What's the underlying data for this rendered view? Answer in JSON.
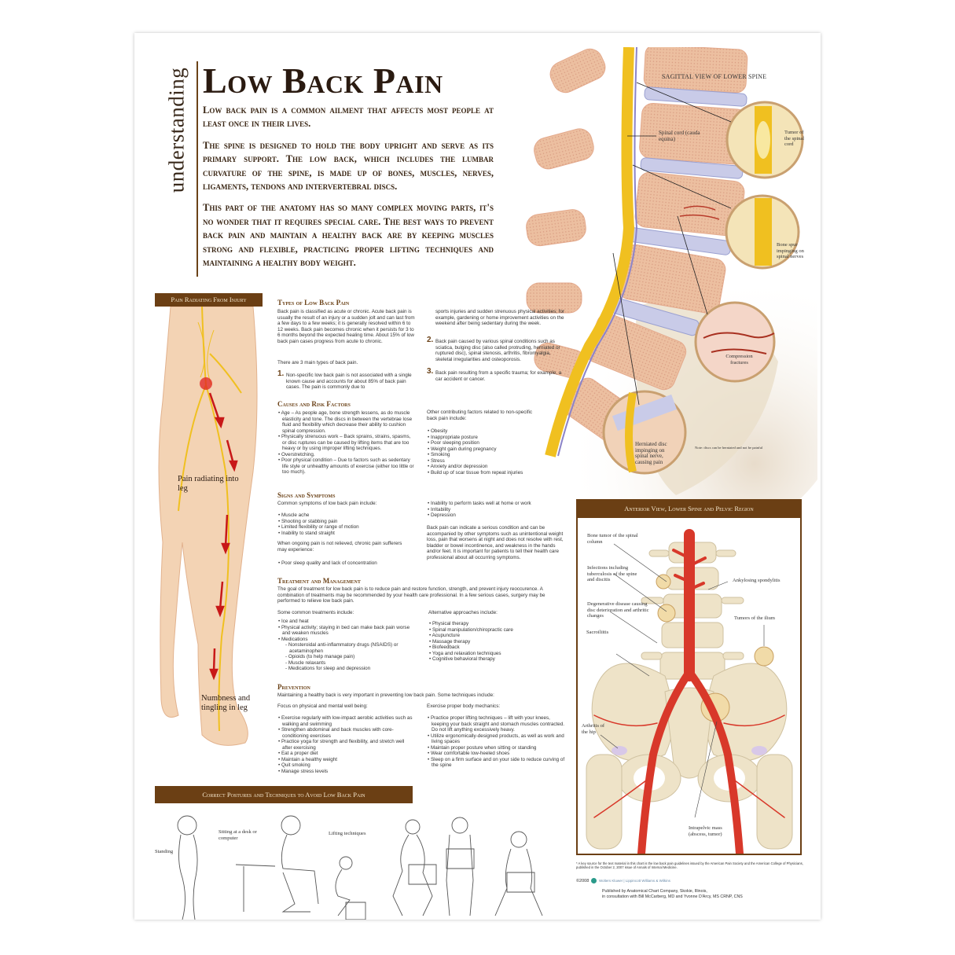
{
  "header": {
    "kicker": "understanding",
    "title": "Low Back Pain",
    "intro": [
      "Low back pain is a common ailment that affects most people at least once in their lives.",
      "The spine is designed to hold the body upright and serve as its primary support. The low back, which includes the lumbar curvature of the spine, is made up of bones, muscles, nerves, ligaments, tendons and intervertebral discs.",
      "This part of the anatomy has so many complex moving parts, it's no wonder that it requires special care. The best ways to prevent back pain and maintain a healthy back are by keeping muscles strong and flexible, practicing proper lifting techniques and maintaining a healthy body weight."
    ]
  },
  "sagittal": {
    "title": "Sagittal View of Lower Spine",
    "labels": {
      "spinal_cord": "Spinal cord (cauda equina)",
      "tumor": "Tumor of the spinal cord",
      "bone_spur": "Bone spur impinging on spinal nerves",
      "compression": "Compression fractures",
      "herniated": "Herniated disc impinging on spinal nerve, causing pain",
      "note": "Note: discs can be herniated and not be painful"
    }
  },
  "pain_panel": {
    "title": "Pain Radiating From Injury",
    "label_radiating": "Pain radiating into leg",
    "label_numbness": "Numbness and tingling in leg"
  },
  "types": {
    "heading": "Types of Low Back Pain",
    "intro": "Back pain is classified as acute or chronic. Acute back pain is usually the result of an injury or a sudden jolt and can last from a few days to a few weeks; it is generally resolved within 6 to 12 weeks. Back pain becomes chronic when it persists for 3 to 6 months beyond the expected healing time. About 15% of low back pain cases progress from acute to chronic.",
    "lead": "There are 3 main types of back pain.",
    "items": [
      {
        "n": "1.",
        "text": "Non-specific low back pain is not associated with a single known cause and accounts for about 85% of back pain cases. The pain is commonly due to"
      },
      {
        "n": "",
        "text": "sports injuries and sudden strenuous physical activities; for example, gardening or home improvement activities on the weekend after being sedentary during the week."
      },
      {
        "n": "2.",
        "text": "Back pain caused by various spinal conditions such as sciatica, bulging disc (also called protruding, herniated or ruptured disc), spinal stenosis, arthritis, fibromyalgia, skeletal irregularities and osteoporosis."
      },
      {
        "n": "3.",
        "text": "Back pain resulting from a specific trauma; for example, a car accident or cancer."
      }
    ]
  },
  "causes": {
    "heading": "Causes and Risk Factors",
    "bullets": [
      "Age – As people age, bone strength lessens, as do muscle elasticity and tone. The discs in between the vertebrae lose fluid and flexibility which decrease their ability to cushion spinal compression.",
      "Physically strenuous work – Back sprains, strains, spasms, or disc ruptures can be caused by lifting items that are too heavy or by using improper lifting techniques.",
      "Overstretching.",
      "Poor physical condition – Due to factors such as sedentary life style or unhealthy amounts of exercise (either too little or too much)."
    ],
    "other_lead": "Other contributing factors related to non-specific back pain include:",
    "other": [
      "Obesity",
      "Inappropriate posture",
      "Poor sleeping position",
      "Weight gain during pregnancy",
      "Smoking",
      "Stress",
      "Anxiety and/or depression",
      "Build up of scar tissue from repeat injuries"
    ]
  },
  "signs": {
    "heading": "Signs and Symptoms",
    "lead": "Common symptoms of low back pain include:",
    "bullets": [
      "Muscle ache",
      "Shooting or stabbing pain",
      "Limited flexibility or range of motion",
      "Inability to stand straight"
    ],
    "chronic_lead": "When ongoing pain is not relieved, chronic pain sufferers may experience:",
    "chronic": [
      "Poor sleep quality and lack of concentration"
    ],
    "chronic2": [
      "Inability to perform tasks well at home or work",
      "Irritability",
      "Depression"
    ],
    "warning": "Back pain can indicate a serious condition and can be accompanied by other symptoms such as unintentional weight loss, pain that worsens at night and does not resolve with rest, bladder or bowel incontinence, and weakness in the hands and/or feet. It is important for patients to tell their health care professional about all occurring symptoms."
  },
  "treatment": {
    "heading": "Treatment and Management",
    "intro": "The goal of treatment for low back pain is to reduce pain and restore function, strength, and prevent injury reoccurence. A combination of treatments may be recommended by your health care professional. In a few serious cases, surgery may be performed to relieve low back pain.",
    "common_lead": "Some common treatments include:",
    "common": [
      "Ice and heat",
      "Physical activity; staying in bed can make back pain worse and weaken muscles",
      "Medications"
    ],
    "medications": [
      "Nonsteroidal anti-inflammatory drugs (NSAIDS) or acetaminophen",
      "Opioids (to help manage pain)",
      "Muscle relaxants",
      "Medications for sleep and depression"
    ],
    "alt_lead": "Alternative approaches include:",
    "alt": [
      "Physical therapy",
      "Spinal manipulation/chiropractic care",
      "Acupuncture",
      "Massage therapy",
      "Biofeedback",
      "Yoga and relaxation techniques",
      "Cognitive behavioral therapy"
    ]
  },
  "prevention": {
    "heading": "Prevention",
    "intro": "Maintaining a healthy back is very important in preventing low back pain. Some techniques include:",
    "focus_lead": "Focus on physical and mental well being:",
    "focus": [
      "Exercise regularly with low-impact aerobic activities such as walking and swimming",
      "Strengthen abdominal and back muscles with core-conditioning exercises",
      "Practice yoga for strength and flexibility, and stretch well after exercising",
      "Eat a proper diet",
      "Maintain a healthy weight",
      "Quit smoking",
      "Manage stress levels"
    ],
    "mech_lead": "Exercise proper body mechanics:",
    "mech": [
      "Practice proper lifting techniques – lift with your knees, keeping your back straight and stomach muscles contracted. Do not lift anything excessively heavy.",
      "Utilize ergonomically-designed products, as well as work and living spaces",
      "Maintain proper posture when sitting or standing",
      "Wear comfortable low-heeled shoes",
      "Sleep on a firm surface and on your side to reduce curving of the spine"
    ]
  },
  "anterior": {
    "title": "Anterior View, Lower Spine and Pelvic Region",
    "labels": {
      "bone_tumor": "Bone tumor of the spinal column",
      "infections": "Infections including tuberculosis of the spine and discitis",
      "ankylosing": "Ankylosing spondylitis",
      "degenerative": "Degenerative disease causing disc deterioration and arthritic changes",
      "tumors_ilium": "Tumors of the ilium",
      "sacroiliitis": "Sacroiliitis",
      "arthritis_hip": "Arthritis of the hip",
      "intrapelvic": "Intrapelvic mass (abscess, tumor)"
    }
  },
  "postures": {
    "title": "Correct Postures and Techniques to Avoid Low Back Pain",
    "standing": "Standing",
    "sitting": "Sitting at a desk or computer",
    "lifting": "Lifting techniques"
  },
  "footer": {
    "footnote": "* A key source for the text material in this chart is the low back pain guidelines issued by the American Pain Society and the American College of Physicians, published in the October 2, 2007 issue of Annals of Internal Medicine.",
    "copyright": "©2008",
    "brand": "Wolters Kluwer | Lippincott Williams & Wilkins",
    "publisher": "Published by Anatomical Chart Company, Skokie, Illinois,",
    "consultation": "in consultation with Bill McCarberg, MD and Yvonne D'Arcy, MS CRNP, CNS"
  },
  "colors": {
    "brand_brown": "#6b3f14",
    "artery_red": "#d8382a",
    "bone": "#eee3c8",
    "vertebra": "#e9b797",
    "nerve": "#f0c020"
  }
}
